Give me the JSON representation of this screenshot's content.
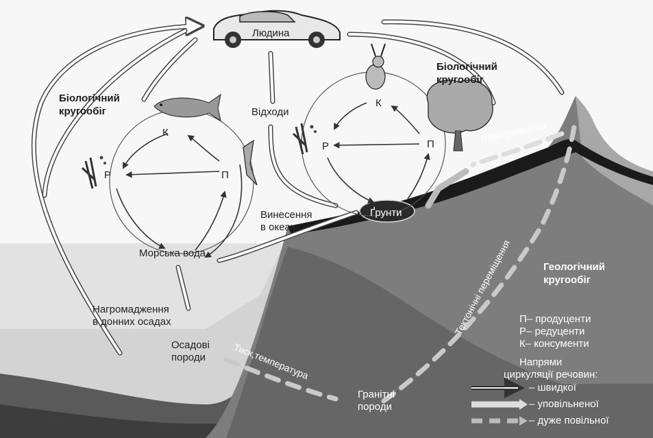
{
  "labels": {
    "human": "Людина",
    "waste": "Відходи",
    "bio_cycle_left_1": "Біологічний",
    "bio_cycle_left_2": "кругообіг",
    "bio_cycle_right_1": "Біологічний",
    "bio_cycle_right_2": "кругообіг",
    "k_left": "К",
    "r_left": "Р",
    "p_left": "П",
    "k_right": "К",
    "r_right": "Р",
    "p_right": "П",
    "weathering": "Вивітрювання",
    "soils": "Ґрунти",
    "ocean_export_1": "Винесення",
    "ocean_export_2": "в океан",
    "sea_water": "Морська вода",
    "accumulation_1": "Нагромадження",
    "accumulation_2": "в донних осадах",
    "sedimentary_1": "Осадові",
    "sedimentary_2": "породи",
    "pressure_temp": "Тиск,температура",
    "granite_1": "Гранітні",
    "granite_2": "породи",
    "tectonic": "Тектонічні переміщення",
    "geo_cycle_1": "Геологічний",
    "geo_cycle_2": "кругообіг"
  },
  "legend": {
    "p": "П– продуценти",
    "r": "Р– редуценти",
    "k": "К– консументи",
    "dir_1": "Напрями",
    "dir_2": "циркуляції речовин:",
    "fast": "– швидкої",
    "slow": "– уповільненої",
    "very_slow": "– дуже повільної"
  },
  "colors": {
    "sea": "#cfcfcf",
    "land_dark": "#6a6a6a",
    "land_mid": "#8a8a8a",
    "soil": "#1a1a1a"
  }
}
